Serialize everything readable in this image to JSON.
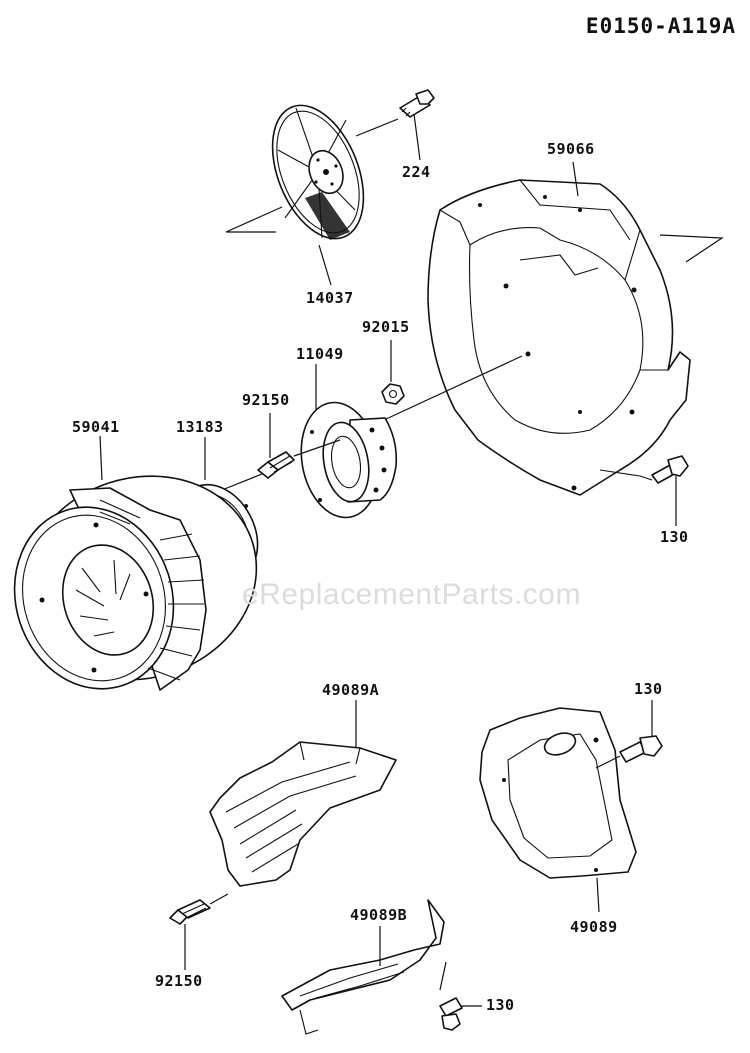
{
  "diagram_code": "E0150-A119A",
  "watermark": "eReplacementParts.com",
  "part_labels": {
    "p224": "224",
    "p59066": "59066",
    "p14037": "14037",
    "p92015": "92015",
    "p11049": "11049",
    "p92150_top": "92150",
    "p59041": "59041",
    "p13183": "13183",
    "p130_right": "130",
    "p49089A": "49089A",
    "p130_mid": "130",
    "p92150_bottom": "92150",
    "p49089B": "49089B",
    "p49089": "49089",
    "p130_bottom": "130"
  }
}
